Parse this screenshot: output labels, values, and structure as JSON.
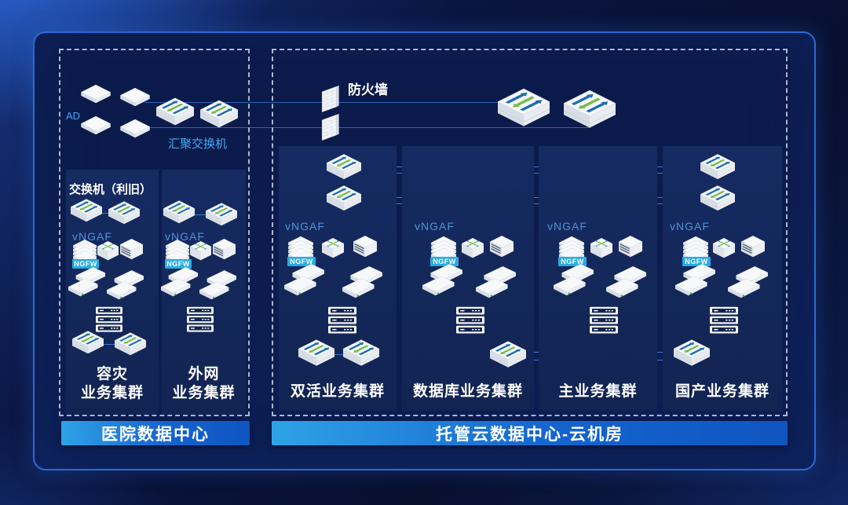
{
  "diagram": {
    "left_dc": {
      "banner": "医院数据中心",
      "ad_label": "AD",
      "agg_switch_label": "汇聚交换机",
      "legacy_switch_label": "交换机（利旧）",
      "vngaf_label": "vNGAF",
      "ngfw_badge": "NGFW",
      "clusters": [
        {
          "line1": "容灾",
          "line2": "业务集群"
        },
        {
          "line1": "外网",
          "line2": "业务集群"
        }
      ]
    },
    "cloud_dc": {
      "banner": "托管云数据中心-云机房",
      "firewall_label": "防火墙",
      "vngaf_label": "vNGAF",
      "ngfw_badge": "NGFW",
      "clusters": [
        {
          "label": "双活业务集群"
        },
        {
          "label": "数据库业务集群"
        },
        {
          "label": "主业务集群"
        },
        {
          "label": "国产业务集群"
        }
      ]
    },
    "colors": {
      "accent_blue": "#3FA9F5",
      "vngaf_text": "#4E93D6",
      "ngfw_badge_bg": "#29ABE2",
      "banner_gradient_start": "#2FA3E6",
      "banner_gradient_end": "#0F55C0",
      "background_navy": "#0B1A49",
      "panel_fill": "#152B62",
      "link_line": "#3062B4",
      "arrow_blue": "#1B6CB5",
      "arrow_green": "#77BB43"
    },
    "icons": {
      "ad_appliance": "flat isometric appliance box",
      "aggregation_switch": "isometric switch with blue/green flow arrows",
      "firewall_wall": "isometric brick wall",
      "core_switch": "isometric switch with blue/green flow arrows",
      "ngfw_appliance": "layered security appliance stack",
      "router": "cube with four-way green arrows",
      "server": "cube server with vent slots",
      "server_pair": "two stacked 1U rack servers",
      "rack": "front-view stacked equipment rack",
      "access_switch": "isometric switch with flow arrows"
    }
  }
}
